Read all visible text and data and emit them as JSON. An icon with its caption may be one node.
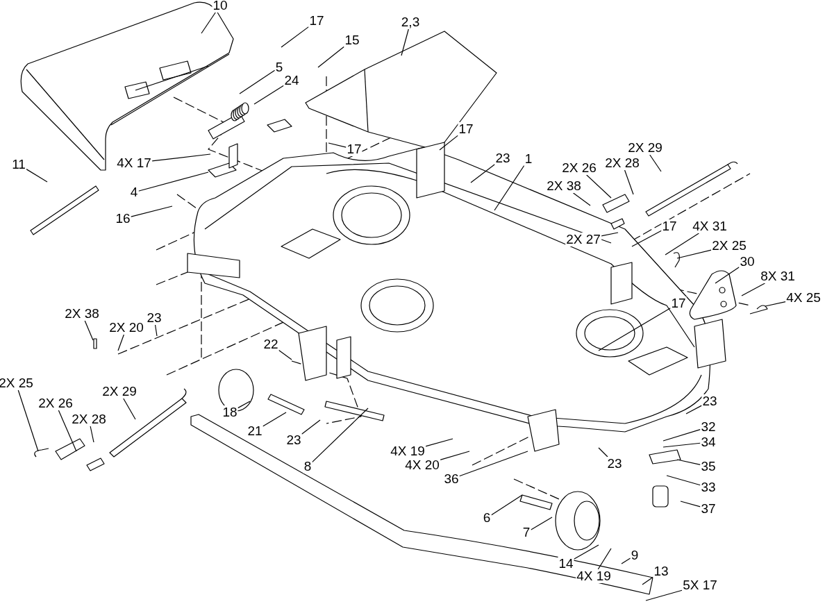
{
  "diagram": {
    "nodes": [
      {
        "text": [
          "10"
        ]
      },
      {
        "text": [
          "17"
        ]
      },
      {
        "text": [
          "5"
        ]
      },
      {
        "text": [
          "24"
        ]
      },
      {
        "text": [
          "15"
        ]
      },
      {
        "text": [
          "2,3"
        ]
      },
      {
        "text": [
          "11"
        ]
      },
      {
        "text": [
          "4X 17"
        ]
      },
      {
        "text": [
          "4"
        ]
      },
      {
        "text": [
          "16"
        ]
      },
      {
        "text": [
          "17"
        ]
      },
      {
        "text": [
          "17"
        ]
      },
      {
        "text": [
          "23"
        ]
      },
      {
        "text": [
          "1"
        ]
      },
      {
        "text": [
          "2X 29"
        ]
      },
      {
        "text": [
          "2X 26"
        ]
      },
      {
        "text": [
          "2X 28"
        ]
      },
      {
        "text": [
          "2X 38"
        ]
      },
      {
        "text": [
          "2X 27"
        ]
      },
      {
        "text": [
          "17"
        ]
      },
      {
        "text": [
          "4X 31"
        ]
      },
      {
        "text": [
          "2X 25"
        ]
      },
      {
        "text": [
          "30"
        ]
      },
      {
        "text": [
          "8X 31"
        ]
      },
      {
        "text": [
          "4X 25"
        ]
      },
      {
        "text": [
          "17"
        ]
      },
      {
        "text": [
          "2X 38"
        ]
      },
      {
        "text": [
          "2X 20"
        ]
      },
      {
        "text": [
          "23"
        ]
      },
      {
        "text": [
          "22"
        ]
      },
      {
        "text": [
          "2X 25"
        ]
      },
      {
        "text": [
          "2X 26"
        ]
      },
      {
        "text": [
          "2X 28"
        ]
      },
      {
        "text": [
          "2X 29"
        ]
      },
      {
        "text": [
          "18"
        ]
      },
      {
        "text": [
          "21"
        ]
      },
      {
        "text": [
          "23"
        ]
      },
      {
        "text": [
          "8"
        ]
      },
      {
        "text": [
          "4X 19"
        ]
      },
      {
        "text": [
          "4X 20"
        ]
      },
      {
        "text": [
          "36"
        ]
      },
      {
        "text": [
          "6"
        ]
      },
      {
        "text": [
          "7"
        ]
      },
      {
        "text": [
          "23"
        ]
      },
      {
        "text": [
          "23"
        ]
      },
      {
        "text": [
          "32"
        ]
      },
      {
        "text": [
          "34"
        ]
      },
      {
        "text": [
          "35"
        ]
      },
      {
        "text": [
          "33"
        ]
      },
      {
        "text": [
          "37"
        ]
      },
      {
        "text": [
          "14"
        ]
      },
      {
        "text": [
          "4X 19"
        ]
      },
      {
        "text": [
          "9"
        ]
      },
      {
        "text": [
          "13"
        ]
      },
      {
        "text": [
          "5X 17"
        ]
      }
    ],
    "edges": [
      {
        "from": 0,
        "to": null,
        "arrow": "none"
      },
      {
        "from": 1,
        "to": null,
        "arrow": "none"
      },
      {
        "from": 2,
        "to": null,
        "arrow": "none"
      },
      {
        "from": 3,
        "to": null,
        "arrow": "none"
      },
      {
        "from": 4,
        "to": null,
        "arrow": "none"
      },
      {
        "from": 5,
        "to": null,
        "arrow": "none"
      },
      {
        "from": 6,
        "to": null,
        "arrow": "none"
      },
      {
        "from": 7,
        "to": null,
        "arrow": "none"
      },
      {
        "from": 8,
        "to": null,
        "arrow": "none"
      },
      {
        "from": 9,
        "to": null,
        "arrow": "none"
      },
      {
        "from": 10,
        "to": null,
        "arrow": "none"
      },
      {
        "from": 11,
        "to": null,
        "arrow": "none"
      },
      {
        "from": 12,
        "to": null,
        "arrow": "none"
      },
      {
        "from": 13,
        "to": null,
        "arrow": "none"
      },
      {
        "from": 14,
        "to": null,
        "arrow": "none"
      },
      {
        "from": 15,
        "to": null,
        "arrow": "none"
      },
      {
        "from": 16,
        "to": null,
        "arrow": "none"
      },
      {
        "from": 17,
        "to": null,
        "arrow": "none"
      },
      {
        "from": 18,
        "to": null,
        "arrow": "none"
      },
      {
        "from": 19,
        "to": null,
        "arrow": "none"
      },
      {
        "from": 20,
        "to": null,
        "arrow": "none"
      },
      {
        "from": 21,
        "to": null,
        "arrow": "none"
      },
      {
        "from": 22,
        "to": null,
        "arrow": "none"
      },
      {
        "from": 23,
        "to": null,
        "arrow": "none"
      },
      {
        "from": 24,
        "to": null,
        "arrow": "none"
      },
      {
        "from": 25,
        "to": null,
        "arrow": "none"
      },
      {
        "from": 26,
        "to": null,
        "arrow": "none"
      },
      {
        "from": 27,
        "to": null,
        "arrow": "none"
      },
      {
        "from": 28,
        "to": null,
        "arrow": "none"
      },
      {
        "from": 29,
        "to": null,
        "arrow": "none"
      },
      {
        "from": 30,
        "to": null,
        "arrow": "none"
      },
      {
        "from": 31,
        "to": null,
        "arrow": "none"
      },
      {
        "from": 32,
        "to": null,
        "arrow": "none"
      },
      {
        "from": 33,
        "to": null,
        "arrow": "none"
      },
      {
        "from": 34,
        "to": null,
        "arrow": "none"
      },
      {
        "from": 35,
        "to": null,
        "arrow": "none"
      },
      {
        "from": 36,
        "to": null,
        "arrow": "none"
      },
      {
        "from": 37,
        "to": null,
        "arrow": "none"
      },
      {
        "from": 38,
        "to": null,
        "arrow": "none"
      },
      {
        "from": 39,
        "to": null,
        "arrow": "none"
      },
      {
        "from": 40,
        "to": null,
        "arrow": "none"
      },
      {
        "from": 41,
        "to": null,
        "arrow": "none"
      },
      {
        "from": 42,
        "to": null,
        "arrow": "none"
      },
      {
        "from": 43,
        "to": null,
        "arrow": "none"
      },
      {
        "from": 44,
        "to": null,
        "arrow": "none"
      },
      {
        "from": 45,
        "to": null,
        "arrow": "none"
      },
      {
        "from": 46,
        "to": null,
        "arrow": "none"
      },
      {
        "from": 47,
        "to": null,
        "arrow": "none"
      },
      {
        "from": 48,
        "to": null,
        "arrow": "none"
      },
      {
        "from": 49,
        "to": null,
        "arrow": "none"
      },
      {
        "from": 50,
        "to": null,
        "arrow": "none"
      },
      {
        "from": 51,
        "to": null,
        "arrow": "none"
      },
      {
        "from": 52,
        "to": null,
        "arrow": "none"
      },
      {
        "from": 53,
        "to": null,
        "arrow": "none"
      },
      {
        "from": 54,
        "to": null,
        "arrow": "none"
      }
    ]
  }
}
